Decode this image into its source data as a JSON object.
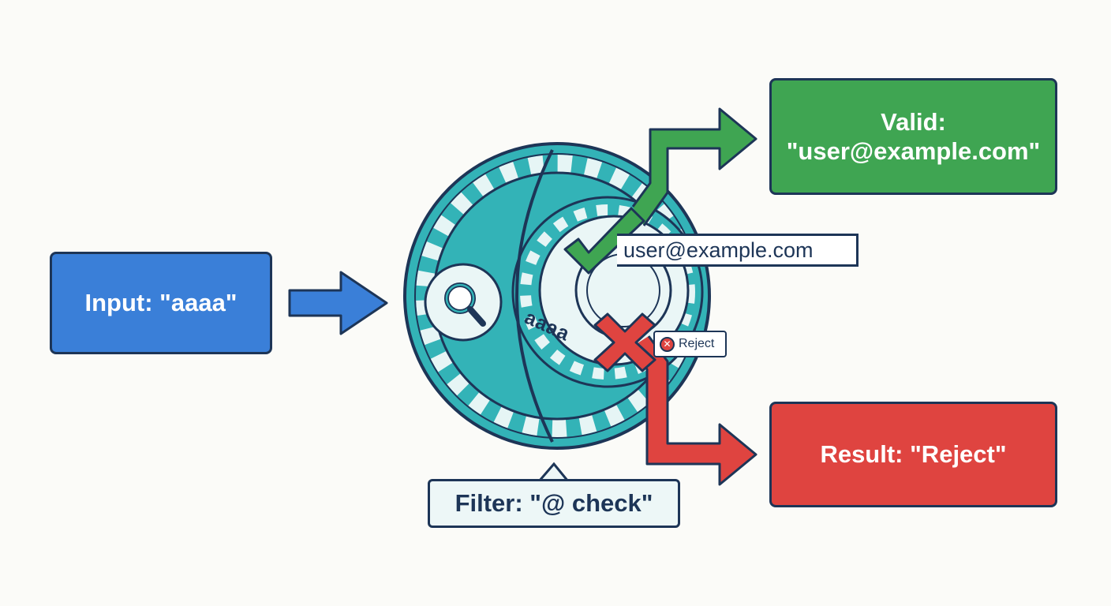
{
  "input": {
    "label": "Input: \"aaaa\""
  },
  "valid": {
    "line1": "Valid:",
    "line2": "\"user@example.com\""
  },
  "reject_result": {
    "label": "Result: \"Reject\""
  },
  "filter": {
    "label": "Filter: \"@ check\""
  },
  "email_tag": {
    "text": "user@example.com"
  },
  "reject_tag": {
    "text": "Reject"
  },
  "inner_text": {
    "text": "aaaa"
  },
  "colors": {
    "input_blue": "#3a7fd8",
    "valid_green": "#3fa552",
    "reject_red": "#df4440",
    "filter_teal": "#33b3b7",
    "outline_navy": "#1d3557"
  },
  "icons": [
    "search-icon",
    "check-mark-icon",
    "cross-mark-icon",
    "right-arrow-icon"
  ]
}
